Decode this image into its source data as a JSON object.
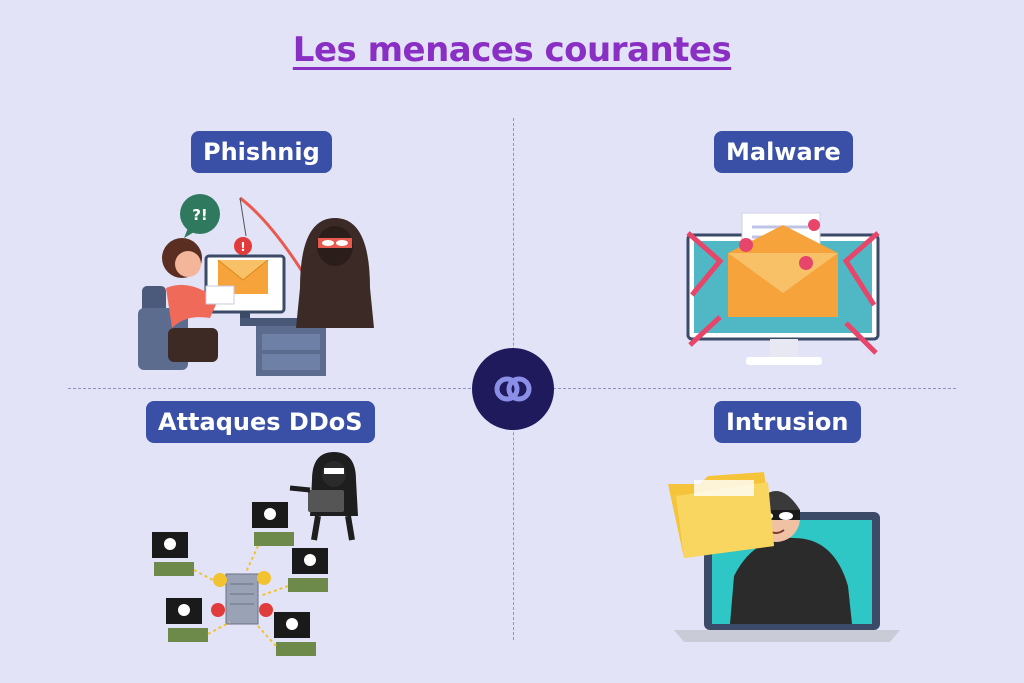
{
  "title": "Les menaces courantes",
  "quadrants": {
    "phishing": {
      "label": "Phishnig",
      "bubble": "?!"
    },
    "malware": {
      "label": "Malware"
    },
    "ddos": {
      "label": "Attaques DDoS"
    },
    "intrusion": {
      "label": "Intrusion"
    }
  },
  "colors": {
    "background": "#e3e3f8",
    "title": "#8a2fc4",
    "label_bg": "#3a4fa6",
    "center_badge": "#1f1a5c"
  }
}
